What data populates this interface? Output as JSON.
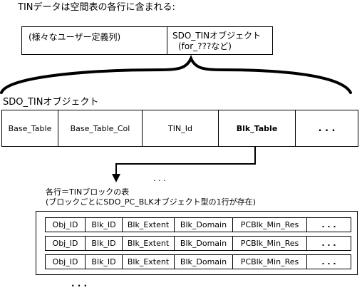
{
  "heading": "TINデータは空間表の各行に含まれる:",
  "top_row": {
    "left_cell": "(様々なユーザー定義列)",
    "right_cell_line1": "SDO_TINオブジェクト",
    "right_cell_line2": "(for_???など)"
  },
  "sdo_tin_label": "SDO_TINオブジェクト",
  "sdo_tin_fields": [
    "Base_Table",
    "Base_Table_Col",
    "TIN_Id",
    "Blk_Table",
    ". . ."
  ],
  "middle_ellipsis": ". . .",
  "block_table_caption_line1": "各行＝TINブロックの表",
  "block_table_caption_line2": "(ブロックごとにSDO_PC_BLKオブジェクト型の1行が存在)",
  "block_table_rows": [
    [
      "Obj_ID",
      "Blk_ID",
      "Blk_Extent",
      "Blk_Domain",
      "PCBlk_Min_Res",
      ". . ."
    ],
    [
      "Obj_ID",
      "Blk_ID",
      "Blk_Extent",
      "Blk_Domain",
      "PCBlk_Min_Res",
      ". . ."
    ],
    [
      "Obj_ID",
      "Blk_ID",
      "Blk_Extent",
      "Blk_Domain",
      "PCBlk_Min_Res",
      ". . ."
    ]
  ],
  "bottom_ellipsis": ". . ."
}
